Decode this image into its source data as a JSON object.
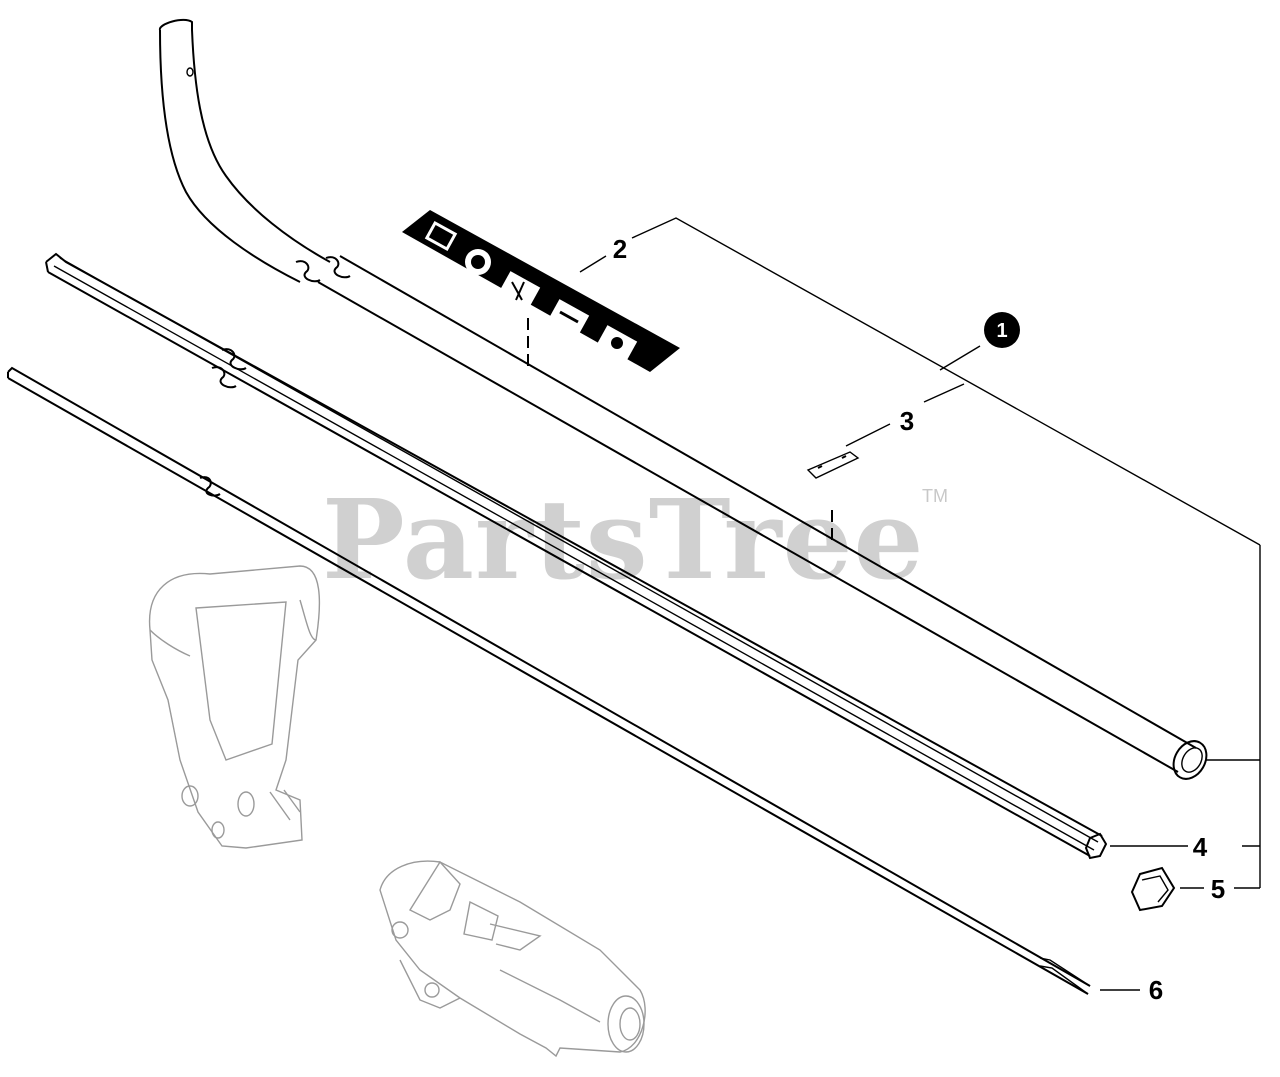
{
  "watermark": {
    "brand": "PartsTree",
    "trademark": "TM"
  },
  "callouts": [
    {
      "id": "1",
      "style": "circle"
    },
    {
      "id": "2",
      "style": "plain"
    },
    {
      "id": "3",
      "style": "plain"
    },
    {
      "id": "4",
      "style": "plain"
    },
    {
      "id": "5",
      "style": "plain"
    },
    {
      "id": "6",
      "style": "plain"
    }
  ],
  "parts": [
    {
      "ref": "2",
      "icon": "safety-label-icon"
    },
    {
      "ref": "3",
      "icon": "nameplate-icon"
    },
    {
      "ref": "4",
      "icon": "drive-shaft-liner-icon"
    },
    {
      "ref": "5",
      "icon": "bushing-icon"
    },
    {
      "ref": "6",
      "icon": "drive-shaft-icon"
    }
  ]
}
